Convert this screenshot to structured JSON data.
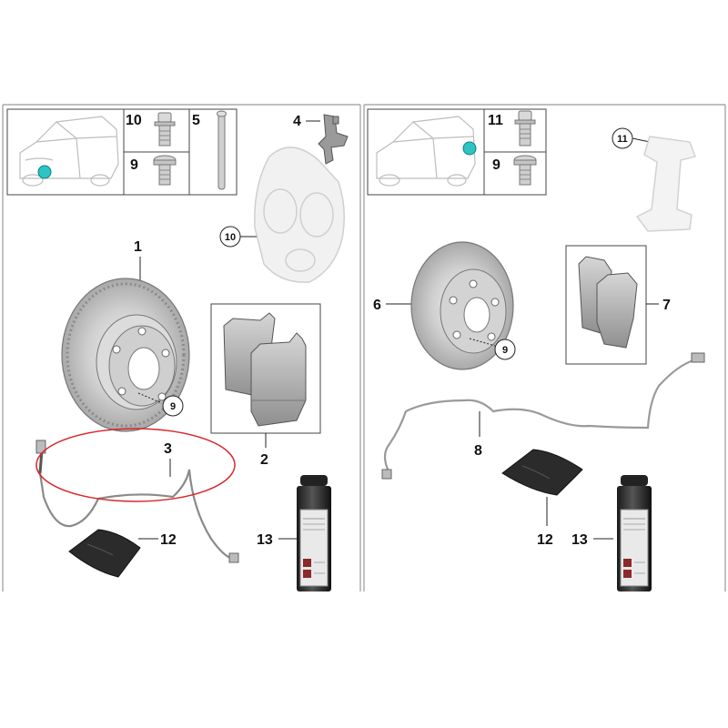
{
  "front": {
    "callouts": {
      "c1": "1",
      "c2": "2",
      "c3": "3",
      "c4": "4",
      "c5": "5",
      "c9": "9",
      "c10": "10",
      "c12": "12",
      "c13": "13",
      "c9b": "9",
      "c10b": "10"
    }
  },
  "rear": {
    "callouts": {
      "c6": "6",
      "c7": "7",
      "c8": "8",
      "c9": "9",
      "c11": "11",
      "c12": "12",
      "c13": "13",
      "c9b": "9",
      "c11b": "11"
    }
  },
  "colors": {
    "highlight_ring": "#d9262b",
    "hub_marker": "#2ec4c4",
    "line": "#222222",
    "part_gray": "#c8c8c8"
  }
}
